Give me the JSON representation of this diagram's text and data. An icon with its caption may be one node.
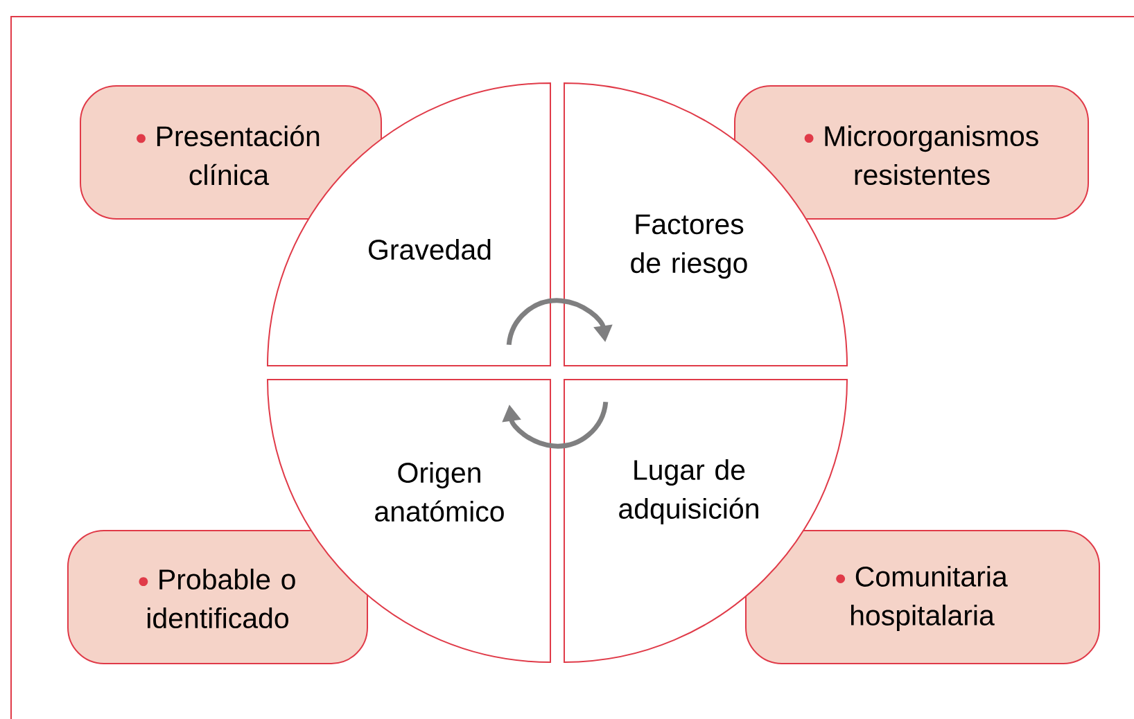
{
  "diagram": {
    "nodes": [
      {
        "text": [
          "Presentación clínica"
        ]
      },
      {
        "text": [
          "Microorganismos resistentes"
        ]
      },
      {
        "text": [
          "Gravedad"
        ]
      },
      {
        "text": [
          "Factores de riesgo"
        ]
      },
      {
        "text": [
          "Origen anatómico"
        ]
      },
      {
        "text": [
          "Lugar de adquisición"
        ]
      },
      {
        "text": [
          "Probable o identificado"
        ]
      },
      {
        "text": [
          "Comunitaria hospitalaria"
        ]
      }
    ],
    "edges": [
      {
        "from": 2,
        "to": 3,
        "arrow": "to"
      },
      {
        "from": 5,
        "to": 4,
        "arrow": "to"
      }
    ]
  }
}
